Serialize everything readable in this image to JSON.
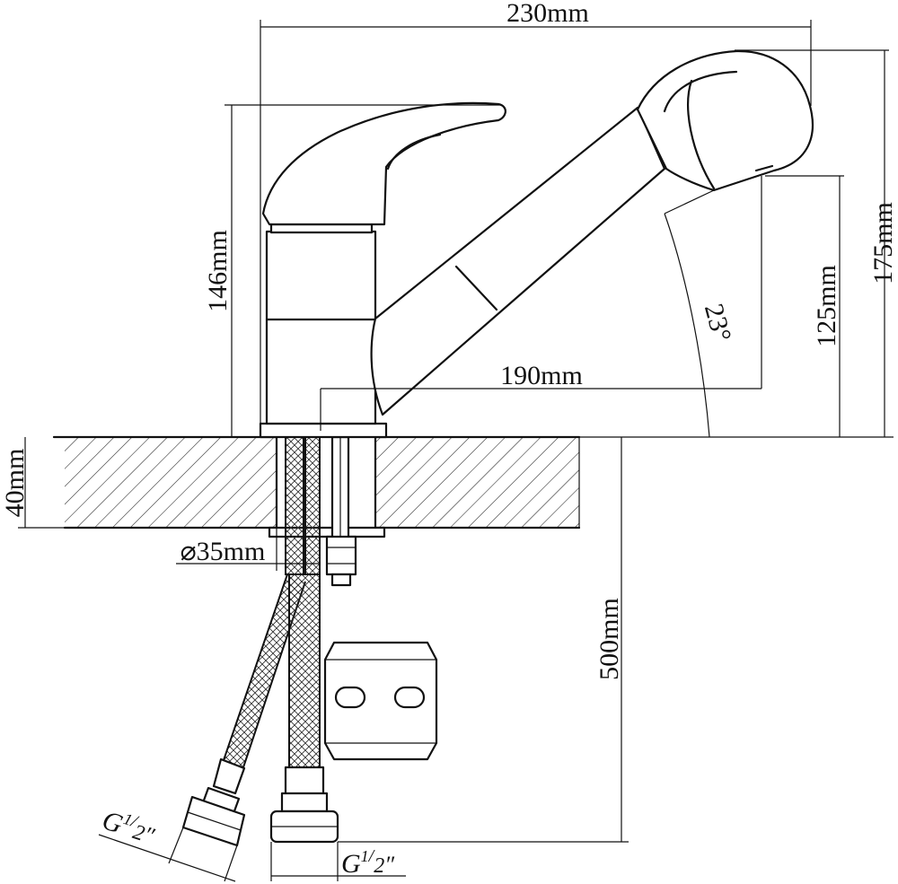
{
  "dimensions": {
    "total_width": "230mm",
    "spout_reach": "190mm",
    "total_height": "175mm",
    "spout_height": "125mm",
    "body_height": "146mm",
    "countertop_thickness": "40mm",
    "hole_diameter": "⌀35mm",
    "hose_length": "500mm",
    "spray_angle": "23°"
  },
  "thread_label_left": {
    "prefix": "G",
    "num": "1",
    "den": "2",
    "suffix": "″"
  },
  "thread_label_right": {
    "prefix": "G",
    "num": "1",
    "den": "2",
    "suffix": "″"
  }
}
